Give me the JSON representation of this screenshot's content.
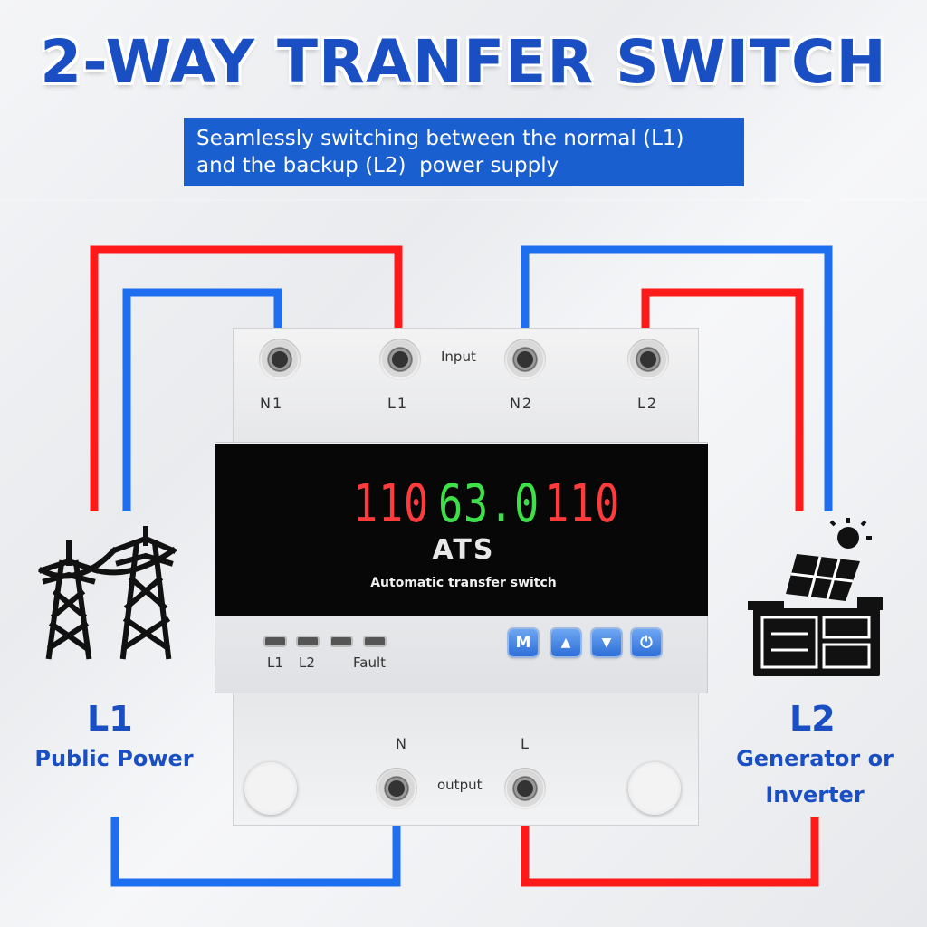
{
  "title": "2-WAY TRANFER SWITCH",
  "subtitle": {
    "line1": "Seamlessly switching between the normal (L1)",
    "line2": "and the backup (L2)  power supply"
  },
  "device": {
    "input_label": "Input",
    "output_label": "output",
    "top_terminals": [
      "N1",
      "L1",
      "N2",
      "L2"
    ],
    "bottom_terminals": [
      "N",
      "L"
    ],
    "display": {
      "left": "110",
      "middle": "63.0",
      "right": "110",
      "left_color": "#ff3b3b",
      "middle_color": "#3ee04a",
      "right_color": "#ff3b3b"
    },
    "brand": "ATS",
    "brand_sub": "Automatic transfer switch",
    "leds": [
      "L1",
      "L2",
      "Fault"
    ],
    "buttons": [
      "M",
      "▲",
      "▼",
      "⏻"
    ]
  },
  "left_side": {
    "label": "L1",
    "sub": "Public Power",
    "icon": "power-tower-icon"
  },
  "right_side": {
    "label": "L2",
    "sub_line1": "Generator or",
    "sub_line2": "Inverter",
    "icon": "generator-solar-icon"
  },
  "colors": {
    "accent": "#1a4fc4",
    "live_wire": "#ff1a1a",
    "neutral_wire": "#1e6ef0"
  }
}
